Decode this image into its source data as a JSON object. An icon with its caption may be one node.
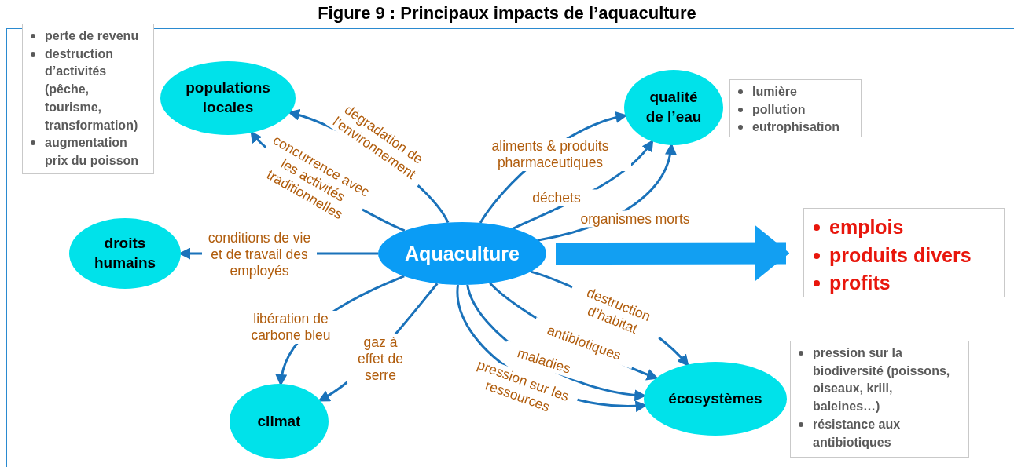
{
  "diagram": {
    "title": "Figure 9 : Principaux impacts de l’aquaculture",
    "nodes": [
      {
        "text": [
          "populations locales"
        ]
      },
      {
        "text": [
          "perte de revenu",
          "destruction d’activités (pêche, tourisme, transformation)",
          "augmentation prix du poisson"
        ]
      },
      {
        "text": [
          "qualité de l’eau"
        ]
      },
      {
        "text": [
          "lumière",
          "pollution",
          "eutrophisation"
        ]
      },
      {
        "text": [
          "droits humains"
        ]
      },
      {
        "text": [
          "Aquaculture"
        ]
      },
      {
        "text": [
          "emplois",
          "produits divers",
          "profits"
        ]
      },
      {
        "text": [
          "climat"
        ]
      },
      {
        "text": [
          "écosystèmes"
        ]
      },
      {
        "text": [
          "pression sur la biodiversité (poissons, oiseaux, krill, baleines…)",
          "résistance aux antibiotiques"
        ]
      }
    ],
    "edges": [
      {
        "from": 5,
        "to": 0,
        "arrow": "to",
        "label": "dégradation de l’environnement"
      },
      {
        "from": 5,
        "to": 0,
        "arrow": "to",
        "label": "concurrence avec les activités traditionnelles"
      },
      {
        "from": 5,
        "to": 2,
        "arrow": "to",
        "label": "aliments & produits pharmaceutiques"
      },
      {
        "from": 5,
        "to": 2,
        "arrow": "to",
        "label": "déchets"
      },
      {
        "from": 5,
        "to": 2,
        "arrow": "to",
        "label": "organismes morts"
      },
      {
        "from": 5,
        "to": 6,
        "arrow": "to",
        "style": "thick",
        "color": "#129ff2"
      },
      {
        "from": 5,
        "to": 4,
        "arrow": "to",
        "label": "conditions de vie et de travail des employés"
      },
      {
        "from": 5,
        "to": 7,
        "arrow": "to",
        "label": "libération de carbone bleu"
      },
      {
        "from": 5,
        "to": 7,
        "arrow": "to",
        "label": "gaz à effet de serre"
      },
      {
        "from": 5,
        "to": 8,
        "arrow": "to",
        "label": "destruction d’habitat"
      },
      {
        "from": 5,
        "to": 8,
        "arrow": "to",
        "label": "antibiotiques"
      },
      {
        "from": 5,
        "to": 8,
        "arrow": "to",
        "label": "maladies"
      },
      {
        "from": 5,
        "to": 8,
        "arrow": "to",
        "label": "pression sur les ressources"
      }
    ]
  }
}
